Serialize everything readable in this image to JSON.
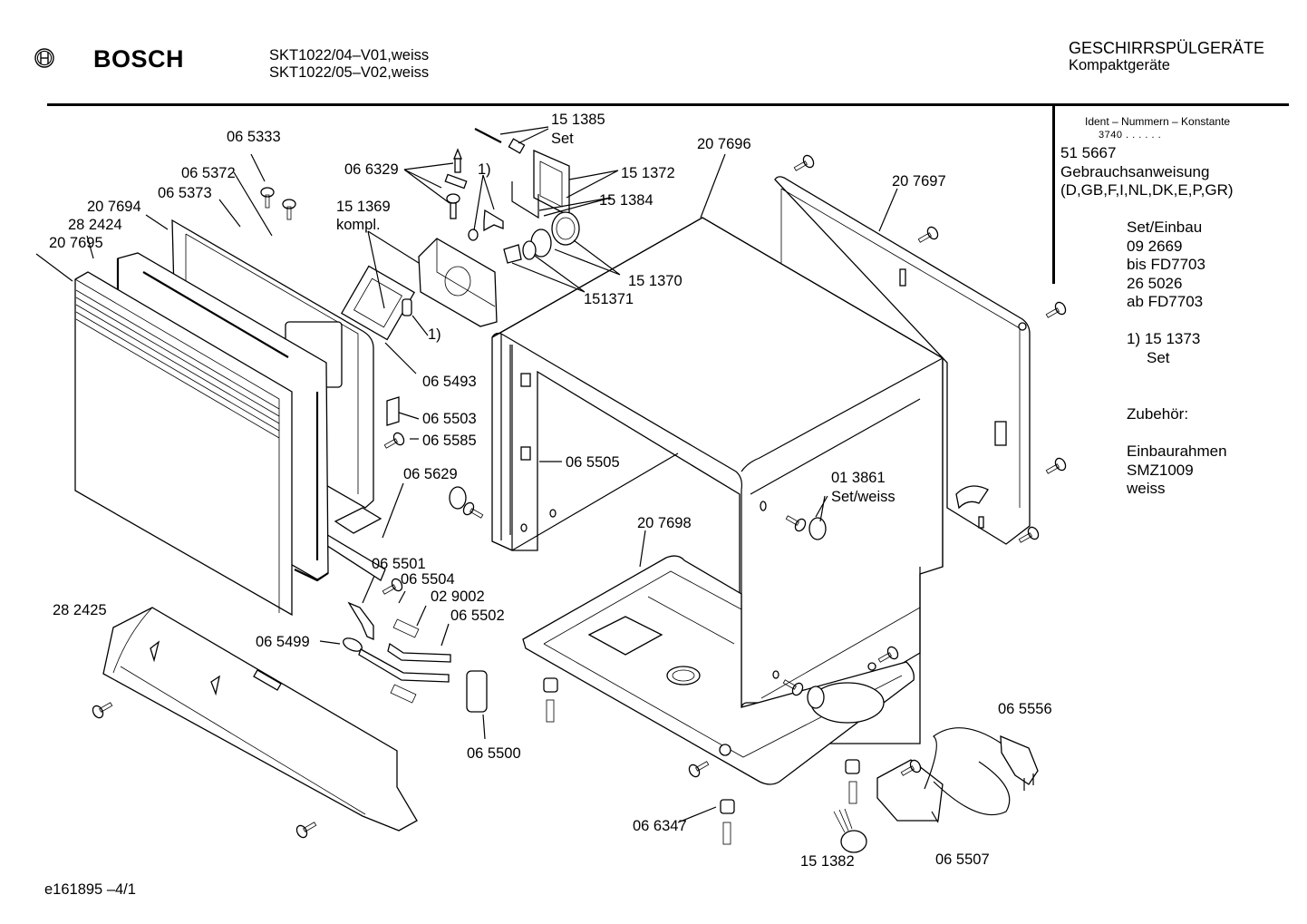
{
  "header": {
    "brand": "BOSCH",
    "logo_icon": "bosch-armature-logo-icon",
    "models": [
      "SKT1022/04–V01,weiss",
      "SKT1022/05–V02,weiss"
    ],
    "category": "GESCHIRRSPÜLGERÄTE",
    "subcategory": "Kompaktgeräte"
  },
  "side_panel": {
    "ident_heading": "Ident – Nummern – Konstante",
    "ident_constant": "3740  .  .     .  .  .  .",
    "manual": {
      "number": "51 5667",
      "label": "Gebrauchsanweisung",
      "languages": "(D,GB,F,I,NL,DK,E,P,GR)"
    },
    "set_einbau": {
      "title": "Set/Einbau",
      "lines": [
        "09 2669",
        "bis FD7703",
        "26 5026",
        "ab FD7703"
      ]
    },
    "footnote": {
      "marker_number": "1) 15 1373",
      "label": "Set"
    },
    "accessories": {
      "title": "Zubehör:",
      "lines": [
        "Einbaurahmen",
        "SMZ1009",
        "weiss"
      ]
    }
  },
  "callouts": {
    "p151385": "15 1385",
    "p151385_sub": "Set",
    "p065333": "06  5333",
    "p066329": "06 6329",
    "fn1_top": "1)",
    "p151372": "15 1372",
    "p207696": "20 7696",
    "p207697": "20 7697",
    "p065372": "06 5372",
    "p065373": "06 5373",
    "p151384": "15 1384",
    "p207694": "20 7694",
    "p151369": "15 1369",
    "p151369_sub": "kompl.",
    "p282424": "28 2424",
    "p207695": "20 7695",
    "p151370": "15 1370",
    "p151371": "151371",
    "fn1_mid": "1)",
    "p065493": "06 5493",
    "p065503": "06 5503",
    "p065585": "06 5585",
    "p065505": "06 5505",
    "p065629": "06 5629",
    "p013861": "01 3861",
    "p013861_sub": "Set/weiss",
    "p207698": "20 7698",
    "p065501": "06 5501",
    "p065504": "06 5504",
    "p029002": "02 9002",
    "p282425": "28 2425",
    "p065502": "06 5502",
    "p065499": "06 5499",
    "p065556": "06 5556",
    "p065500": "06 5500",
    "p066347": "06 6347",
    "p151382": "15 1382",
    "p065507": "06 5507"
  },
  "footer": {
    "document_id": "e161895   –4/1"
  }
}
